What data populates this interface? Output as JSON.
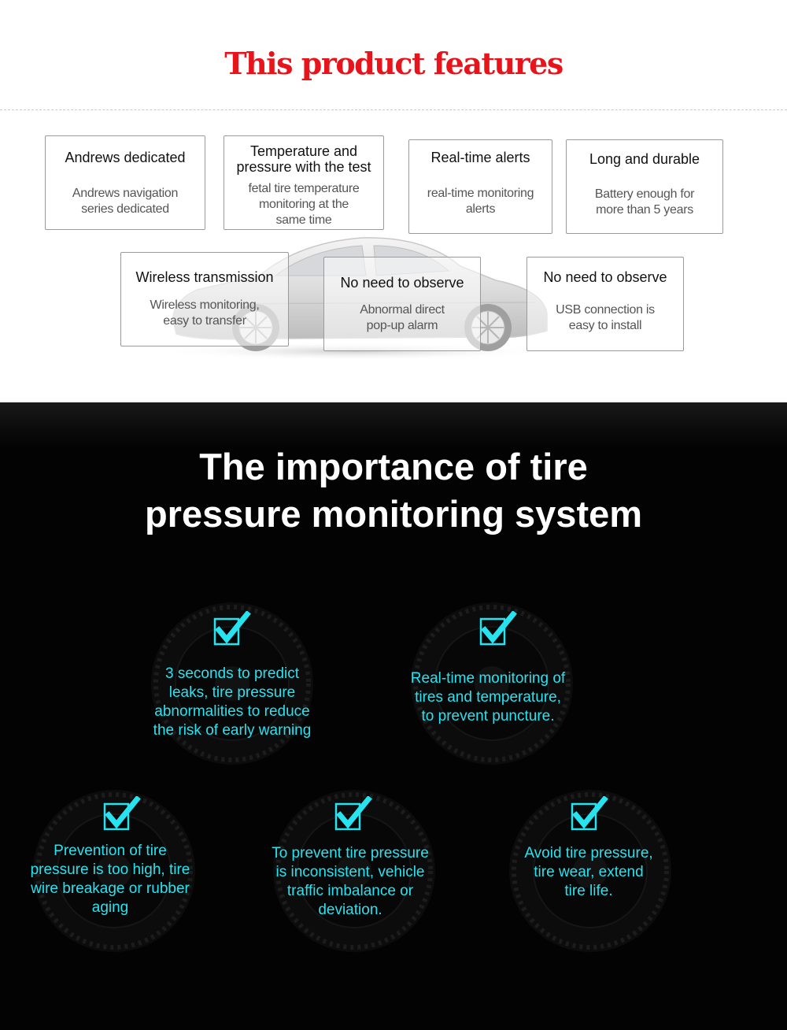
{
  "features": {
    "heading": "This product features",
    "items": [
      {
        "title": "Andrews dedicated",
        "desc": [
          "Andrews navigation",
          "series dedicated"
        ]
      },
      {
        "title": [
          "Temperature and",
          "pressure with the test"
        ],
        "desc": [
          "fetal tire temperature",
          "monitoring at the",
          "same time"
        ]
      },
      {
        "title": "Real-time alerts",
        "desc": [
          "real-time monitoring",
          "alerts"
        ]
      },
      {
        "title": "Long and durable",
        "desc": [
          "Battery enough for",
          "more than 5 years"
        ]
      },
      {
        "title": "Wireless transmission",
        "desc": [
          "Wireless monitoring,",
          "easy to transfer"
        ]
      },
      {
        "title": "No need to observe",
        "desc": [
          "Abnormal direct",
          "pop-up alarm"
        ]
      },
      {
        "title": "No need to observe",
        "desc": [
          "USB connection is",
          "easy to install"
        ]
      }
    ]
  },
  "importance": {
    "heading": [
      "The importance of tire",
      "pressure monitoring system"
    ],
    "points": [
      [
        "3 seconds to predict",
        "leaks, tire pressure",
        "abnormalities to reduce",
        "the risk of early warning"
      ],
      [
        "Real-time monitoring of",
        "tires and temperature,",
        "to prevent puncture."
      ],
      [
        "Prevention of tire",
        "pressure is too high, tire",
        "wire breakage or rubber",
        "aging"
      ],
      [
        "To prevent tire pressure",
        "is inconsistent, vehicle",
        "traffic imbalance or",
        "deviation."
      ],
      [
        "Avoid tire pressure,",
        "tire wear, extend",
        "tire life."
      ]
    ]
  },
  "colors": {
    "heading_red": "#e8141b",
    "accent_cyan": "#27e3f0"
  }
}
